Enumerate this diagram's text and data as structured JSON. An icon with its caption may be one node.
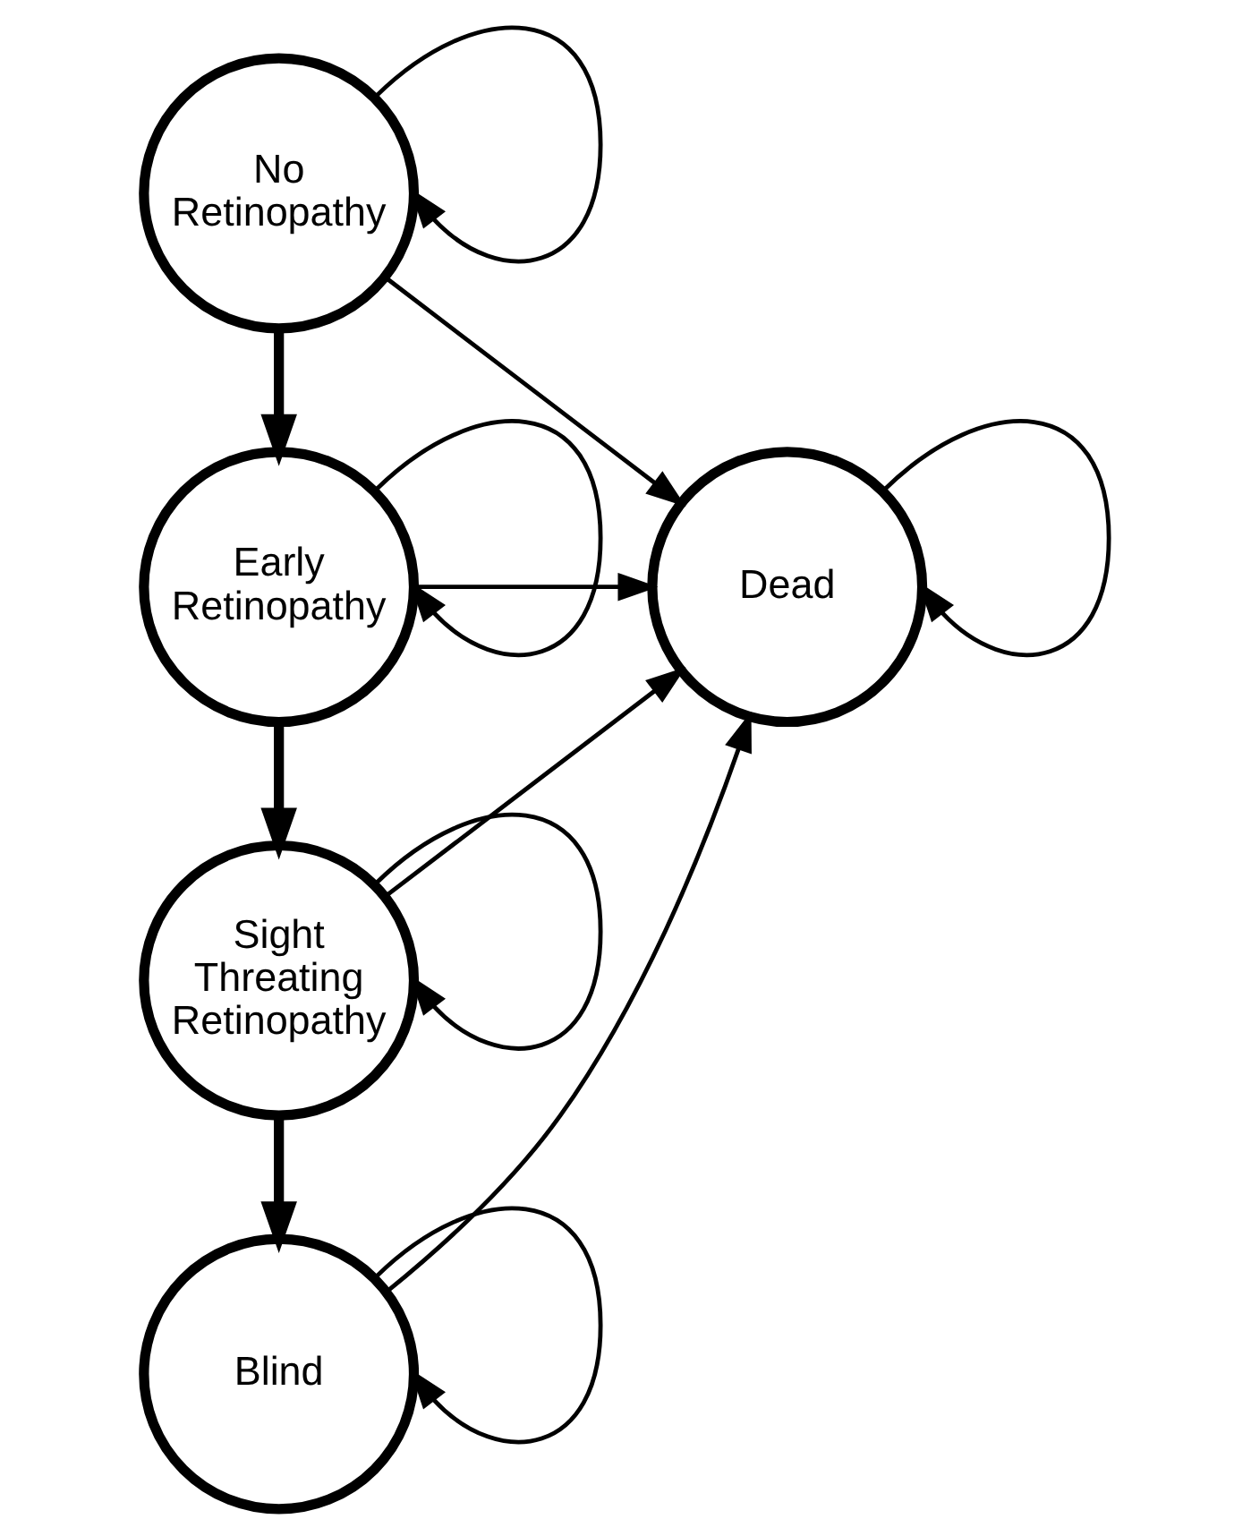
{
  "diagram": {
    "nodes": [
      {
        "text": [
          "No Retinopathy"
        ]
      },
      {
        "text": [
          "Dead"
        ]
      },
      {
        "text": [
          "Early Retinopathy"
        ]
      },
      {
        "text": [
          "Sight Threating Retinopathy"
        ]
      },
      {
        "text": [
          "Blind"
        ]
      }
    ],
    "edges": [
      {
        "from": 0,
        "to": 0,
        "arrow": "to"
      },
      {
        "from": 1,
        "to": 1,
        "arrow": "to"
      },
      {
        "from": 0,
        "to": 1,
        "arrow": "to"
      },
      {
        "from": 0,
        "to": 2,
        "arrow": "to",
        "style": "thick"
      },
      {
        "from": 2,
        "to": 1,
        "arrow": "to"
      },
      {
        "from": 2,
        "to": 2,
        "arrow": "to"
      },
      {
        "from": 2,
        "to": 3,
        "arrow": "to",
        "style": "thick"
      },
      {
        "from": 3,
        "to": 1,
        "arrow": "to"
      },
      {
        "from": 3,
        "to": 3,
        "arrow": "to"
      },
      {
        "from": 3,
        "to": 4,
        "arrow": "to",
        "style": "thick"
      },
      {
        "from": 4,
        "to": 4,
        "arrow": "to"
      },
      {
        "from": 4,
        "to": 1,
        "arrow": "to"
      }
    ]
  }
}
